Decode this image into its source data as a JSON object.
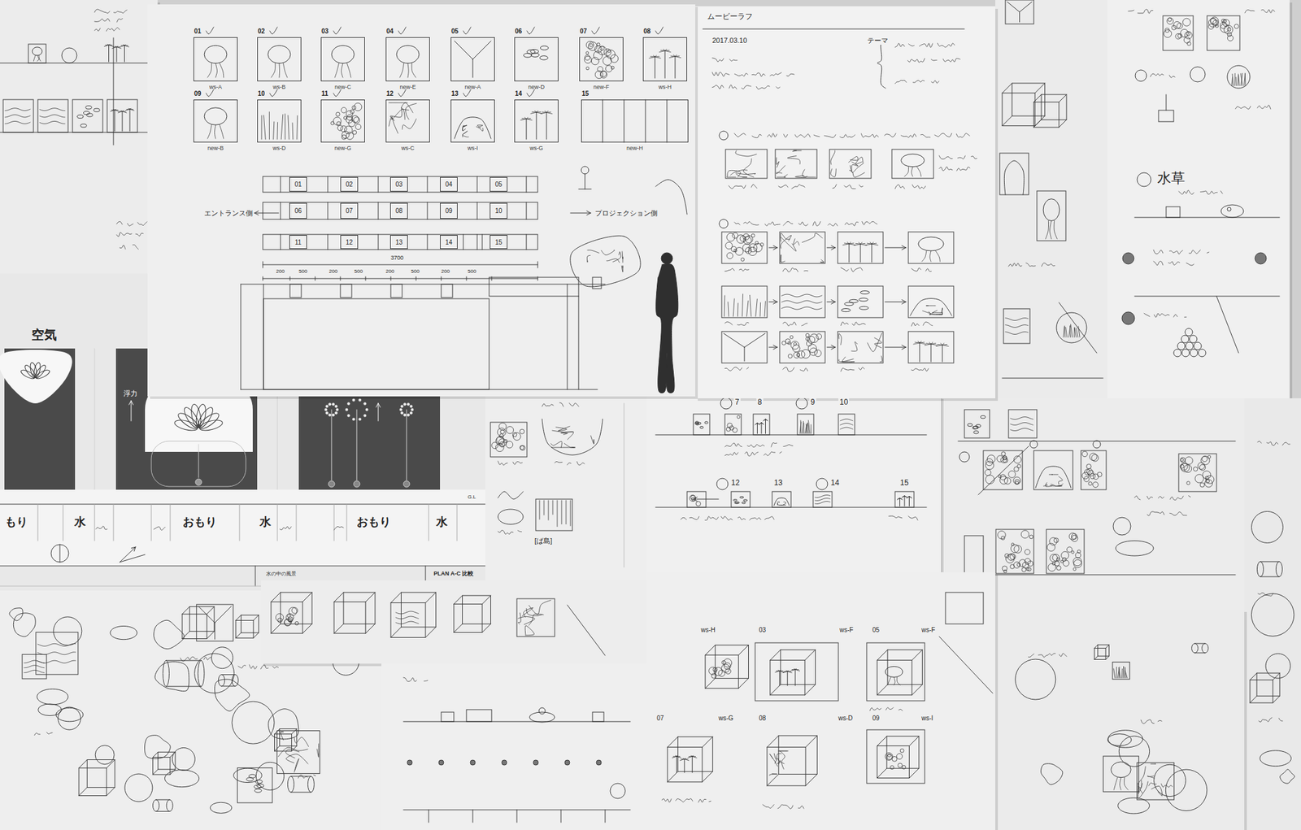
{
  "diagram": {
    "nodes": [
      {
        "text": [
          "01",
          "ws-A"
        ]
      },
      {
        "text": [
          "02",
          "ws-B"
        ]
      },
      {
        "text": [
          "03",
          "new-C"
        ]
      },
      {
        "text": [
          "04",
          "new-E"
        ]
      },
      {
        "text": [
          "05",
          "new-A"
        ]
      },
      {
        "text": [
          "06",
          "new-D"
        ]
      },
      {
        "text": [
          "07",
          "new-F"
        ]
      },
      {
        "text": [
          "08",
          "ws-H"
        ]
      },
      {
        "text": [
          "09",
          "new-B"
        ]
      },
      {
        "text": [
          "10",
          "ws-D"
        ]
      },
      {
        "text": [
          "11",
          "new-G"
        ]
      },
      {
        "text": [
          "12",
          "ws-C"
        ]
      },
      {
        "text": [
          "13",
          "ws-I"
        ]
      },
      {
        "text": [
          "14",
          "ws-G"
        ]
      },
      {
        "text": [
          "15",
          "new-H"
        ]
      },
      {
        "text": [
          "01"
        ]
      },
      {
        "text": [
          "02"
        ]
      },
      {
        "text": [
          "03"
        ]
      },
      {
        "text": [
          "04"
        ]
      },
      {
        "text": [
          "05"
        ]
      },
      {
        "text": [
          "06"
        ]
      },
      {
        "text": [
          "07"
        ]
      },
      {
        "text": [
          "08"
        ]
      },
      {
        "text": [
          "09"
        ]
      },
      {
        "text": [
          "10"
        ]
      },
      {
        "text": [
          "11"
        ]
      },
      {
        "text": [
          "12"
        ]
      },
      {
        "text": [
          "13"
        ]
      },
      {
        "text": [
          "14"
        ]
      },
      {
        "text": [
          "15"
        ]
      }
    ],
    "labels": [
      "エントランス側",
      "プロジェクション側",
      "3700",
      "200",
      "500",
      "200",
      "500",
      "200",
      "500",
      "200",
      "500",
      "空気",
      "浮力",
      "もり",
      "水",
      "おもり",
      "水",
      "おもり",
      "水",
      "G.L",
      "水の中の風景",
      "PLAN A-C 比較",
      "ムービーラフ",
      "2017.03.10",
      "テーマ",
      "[ば島]",
      "水草",
      "7",
      "8",
      "9",
      "10",
      "12",
      "13",
      "14",
      "15",
      "ws-H",
      "03",
      "ws-F",
      "05",
      "ws-F",
      "07",
      "ws-G",
      "08",
      "ws-D",
      "09",
      "ws-I"
    ]
  }
}
